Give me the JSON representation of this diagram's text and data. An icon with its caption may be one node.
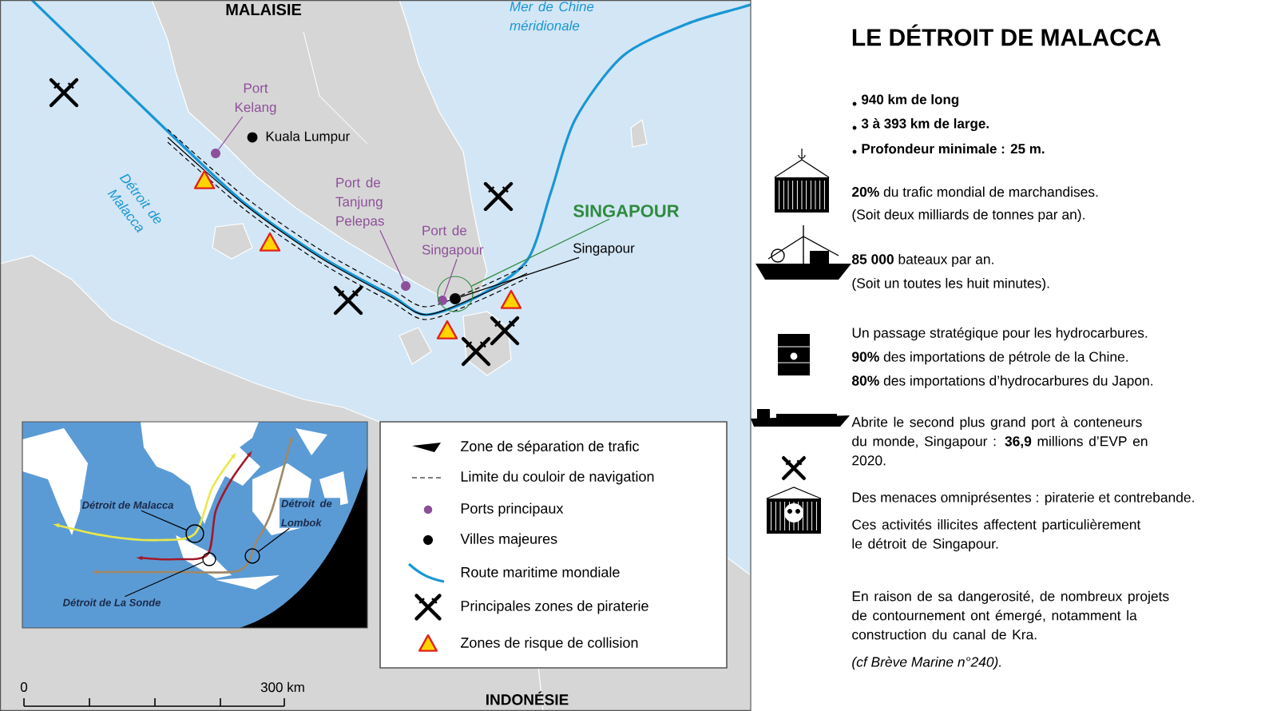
{
  "diagram": {
    "title": "LE DÉTROIT DE MALACCA",
    "nodes": [
      {
        "text": [
          "Port Kelang"
        ]
      },
      {
        "text": [],
        "shape": "circle"
      },
      {
        "text": [
          "Port de Tanjung Pelepas"
        ]
      },
      {
        "text": [],
        "shape": "circle"
      },
      {
        "text": [
          "Port de Singapour"
        ]
      },
      {
        "text": [],
        "shape": "circle",
        "in": 7
      },
      {
        "text": [
          "SINGAPOUR"
        ]
      },
      {
        "text": [],
        "shape": "circle"
      },
      {
        "text": [
          "Singapour"
        ]
      },
      {
        "text": [],
        "shape": "circle",
        "in": 7
      },
      {
        "text": [
          "Détroit de Malacca"
        ]
      },
      {
        "text": [],
        "shape": "circle"
      },
      {
        "text": [
          "Détroit de Lombok"
        ]
      },
      {
        "text": [],
        "shape": "circle"
      },
      {
        "text": [
          "Détroit de La Sonde"
        ]
      },
      {
        "text": [],
        "shape": "circle"
      }
    ],
    "edges": [
      {
        "from": 0,
        "to": 1,
        "arrow": "none",
        "color": "#8e4f9a"
      },
      {
        "from": 2,
        "to": 3,
        "arrow": "none",
        "color": "#8e4f9a"
      },
      {
        "from": 4,
        "to": 5,
        "arrow": "none",
        "color": "#8e4f9a"
      },
      {
        "from": 6,
        "to": 7,
        "arrow": "none",
        "color": "#2e8b3e"
      },
      {
        "from": 8,
        "to": 9,
        "arrow": "none"
      },
      {
        "from": 10,
        "to": 11,
        "arrow": "none"
      },
      {
        "from": 12,
        "to": 13,
        "arrow": "none"
      },
      {
        "from": 14,
        "to": 15,
        "arrow": "none"
      }
    ],
    "labels": [
      "MALAISIE",
      "Mer de Chine méridionale",
      "Détroit de Malacca",
      "Kuala Lumpur",
      "INDONÉSIE",
      "0",
      "300 km",
      "940 km de long",
      "3 à 393 km de large.",
      "Profondeur minimale : 25 m.",
      "**20%** du trafic mondial de marchandises.",
      "(Soit deux milliards de tonnes par an).",
      "**85 000** bateaux par an.",
      "(Soit un toutes les huit minutes).",
      "Un passage stratégique pour les hydrocarbures.",
      "**90%** des importations de pétrole de la Chine.",
      "**80%** des importations d’hydrocarbures du Japon.",
      "Abrite le second plus grand port à conteneurs du monde, Singapour : **36,9** millions d’EVP en 2020.",
      "Des menaces omniprésentes : piraterie et contrebande.",
      "Ces activités illicites affectent particulièrement le détroit de Singapour.",
      "En raison de sa dangerosité, de nombreux projets de contournement ont émergé, notamment la construction du canal de Kra.",
      "(cf Brève Marine n°240)."
    ],
    "legend": [
      {
        "text": "Zone de séparation de trafic"
      },
      {
        "text": "Limite du couloir de navigation"
      },
      {
        "text": "Ports principaux"
      },
      {
        "text": "Villes majeures"
      },
      {
        "text": "Route maritime mondiale"
      },
      {
        "text": "Principales zones de piraterie"
      },
      {
        "text": "Zones de risque de collision"
      }
    ]
  }
}
